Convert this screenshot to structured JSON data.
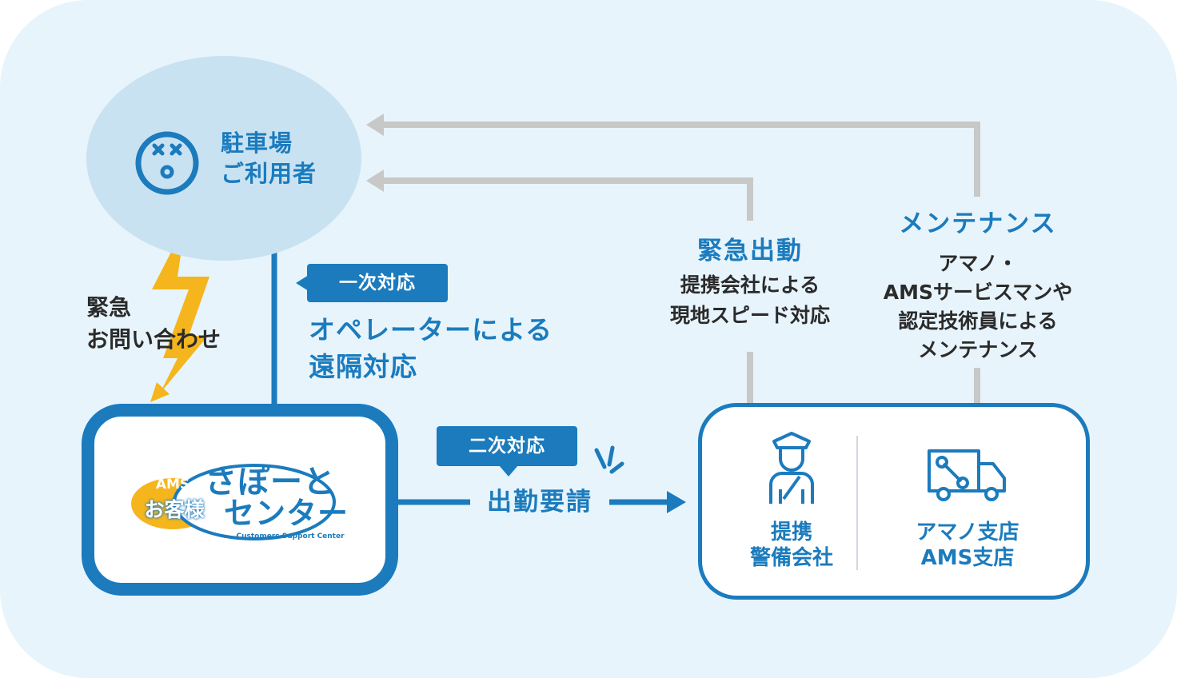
{
  "user": {
    "label_line1": "駐車場",
    "label_line2": "ご利用者"
  },
  "inquiry": {
    "line1": "緊急",
    "line2": "お問い合わせ"
  },
  "primary": {
    "tag": "一次対応",
    "desc_line1": "オペレーターによる",
    "desc_line2": "遠隔対応"
  },
  "secondary": {
    "tag": "二次対応",
    "action": "出勤要請"
  },
  "center": {
    "logo_ams": "AMS",
    "logo_okyakusama": "お客様",
    "logo_line1": "さぽーと",
    "logo_line2": "センター",
    "logo_sub": "Customers Support Center"
  },
  "emergency": {
    "title": "緊急出動",
    "line1": "提携会社による",
    "line2": "現地スピード対応"
  },
  "maintenance": {
    "title": "メンテナンス",
    "line1": "アマノ・",
    "line2": "AMSサービスマンや",
    "line3": "認定技術員による",
    "line4": "メンテナンス"
  },
  "partners": {
    "security_line1": "提携",
    "security_line2": "警備会社",
    "branch_line1": "アマノ支店",
    "branch_line2": "AMS支店"
  },
  "colors": {
    "background": "#e7f4fc",
    "accent_blue": "#1b7bbd",
    "ellipse": "#c9e2f2",
    "gray_line": "#c8c8c8",
    "lightning": "#f5b51d"
  },
  "icons": [
    "dizzy-face-icon",
    "lightning-icon",
    "guard-icon",
    "repair-truck-icon",
    "burst-lines-icon"
  ]
}
